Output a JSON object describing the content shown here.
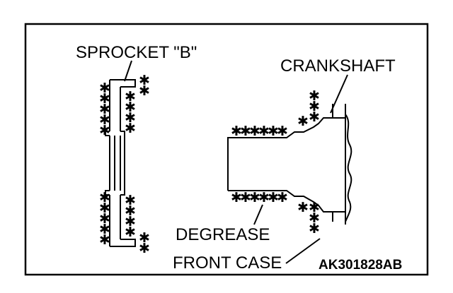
{
  "labels": {
    "sprocket_b": "SPROCKET \"B\"",
    "crankshaft": "CRANKSHAFT",
    "degrease": "DEGREASE",
    "front_case": "FRONT CASE",
    "figure_code": "AK301828AB"
  },
  "symbols": {
    "degrease_mark": "✱"
  }
}
